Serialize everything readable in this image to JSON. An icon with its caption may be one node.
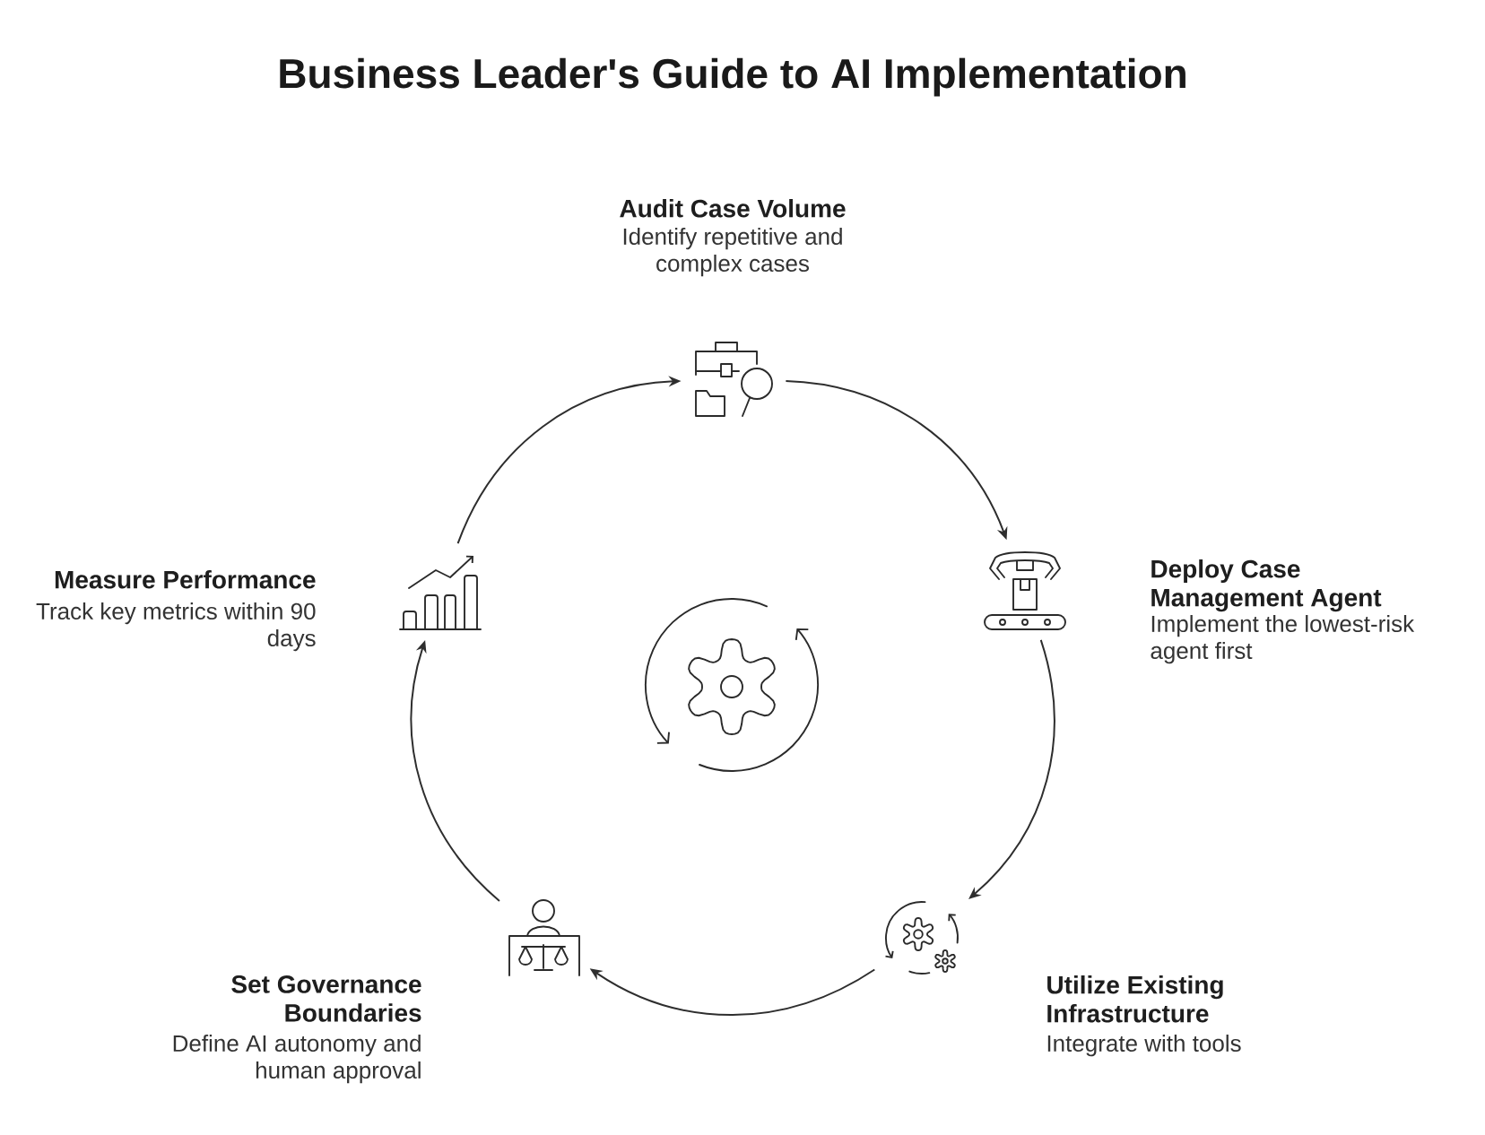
{
  "diagram": {
    "title": "Business Leader's Guide to AI Implementation",
    "nodes": [
      {
        "text": [],
        "shape": "picture",
        "beside": [
          "Audit Case Volume",
          "Identify repetitive and complex cases"
        ]
      },
      {
        "text": [],
        "shape": "picture",
        "beside": [
          "Deploy Case Management Agent",
          "Implement the lowest-risk agent first"
        ]
      },
      {
        "text": [],
        "shape": "picture",
        "beside": [
          "Utilize Existing Infrastructure",
          "Integrate with tools"
        ]
      },
      {
        "text": [],
        "shape": "picture",
        "beside": [
          "Set Governance Boundaries",
          "Define AI autonomy and human approval"
        ]
      },
      {
        "text": [],
        "shape": "picture",
        "beside": [
          "Measure Performance",
          "Track key metrics within 90 days"
        ]
      },
      {
        "text": [],
        "shape": "picture"
      }
    ],
    "edges": [
      {
        "from": 0,
        "to": 1,
        "arrow": "to"
      },
      {
        "from": 1,
        "to": 2,
        "arrow": "to"
      },
      {
        "from": 2,
        "to": 3,
        "arrow": "to"
      },
      {
        "from": 3,
        "to": 4,
        "arrow": "to"
      },
      {
        "from": 4,
        "to": 0,
        "arrow": "to"
      }
    ]
  }
}
